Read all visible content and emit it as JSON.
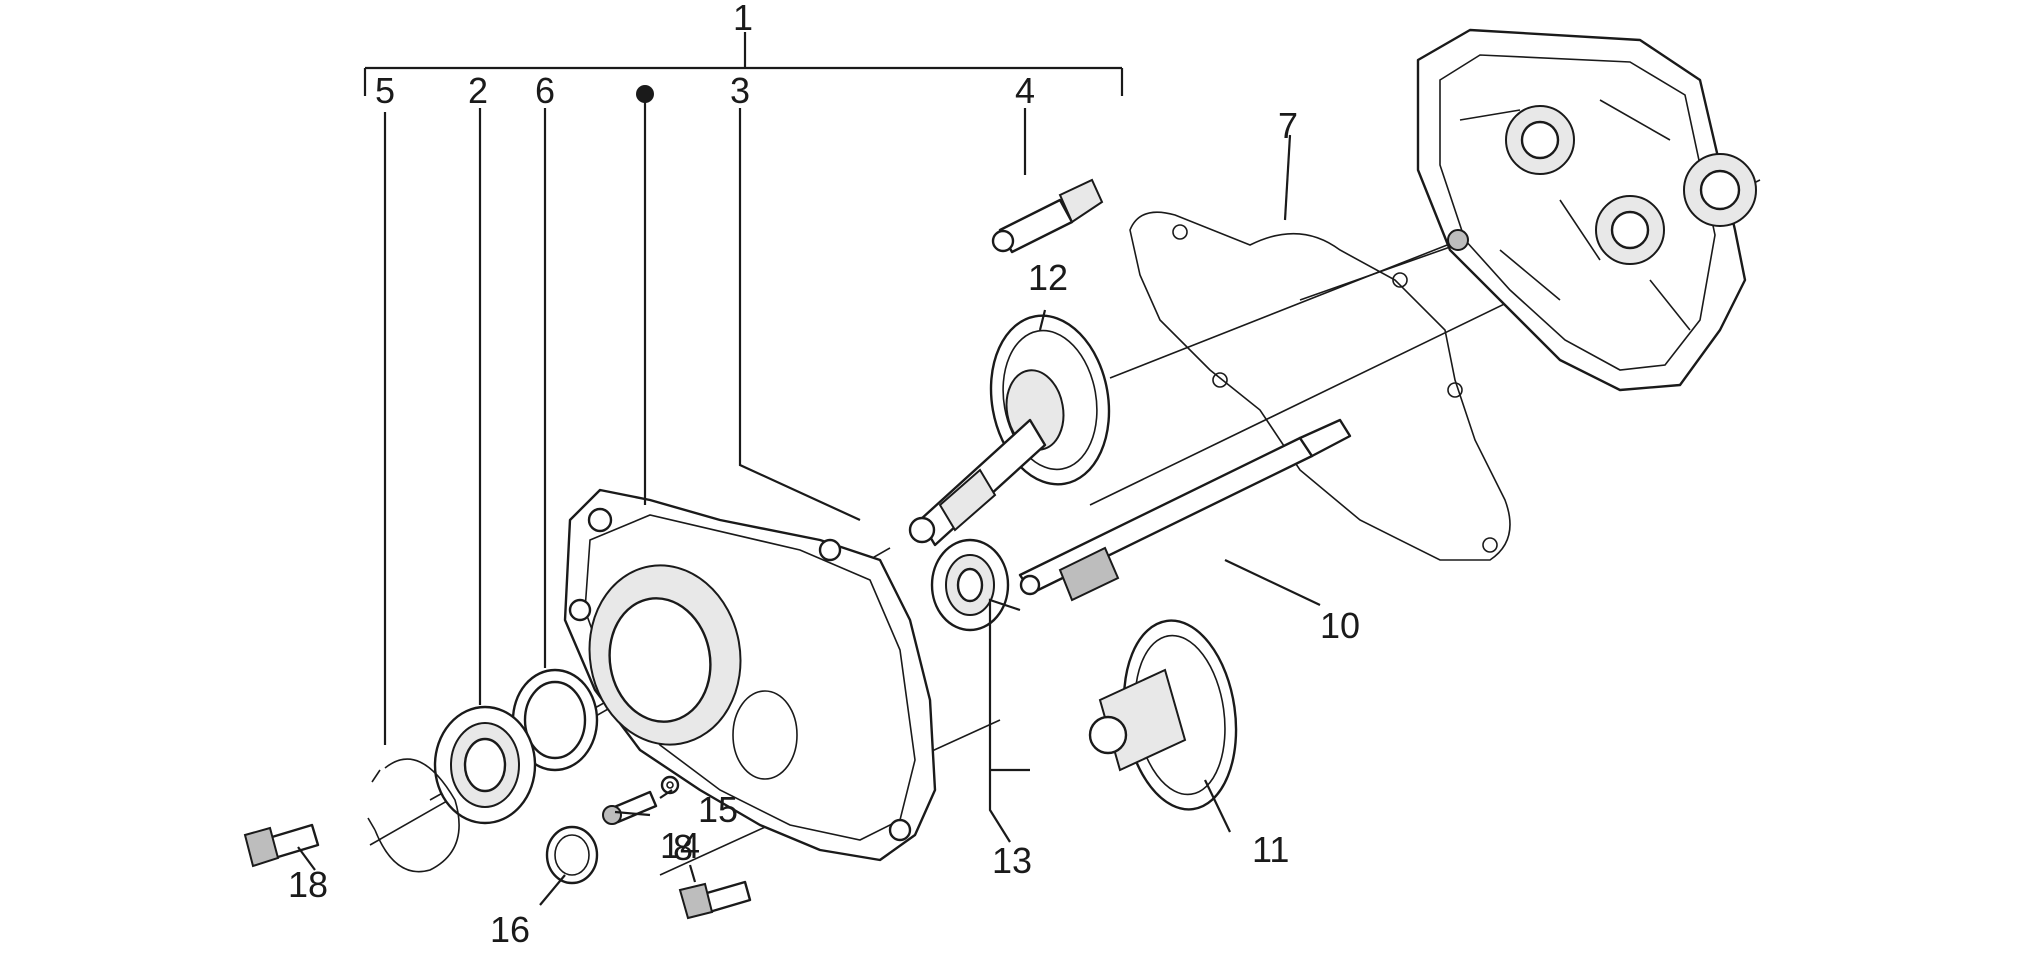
{
  "diagram": {
    "callouts": {
      "c1": "1",
      "c2": "2",
      "c3": "3",
      "c4": "4",
      "c5": "5",
      "c6": "6",
      "c7": "7",
      "c8": "8",
      "c10": "10",
      "c11": "11",
      "c12": "12",
      "c13": "13",
      "c14": "14",
      "c15": "15",
      "c16": "16",
      "c18": "18"
    },
    "marker": "bullet"
  }
}
